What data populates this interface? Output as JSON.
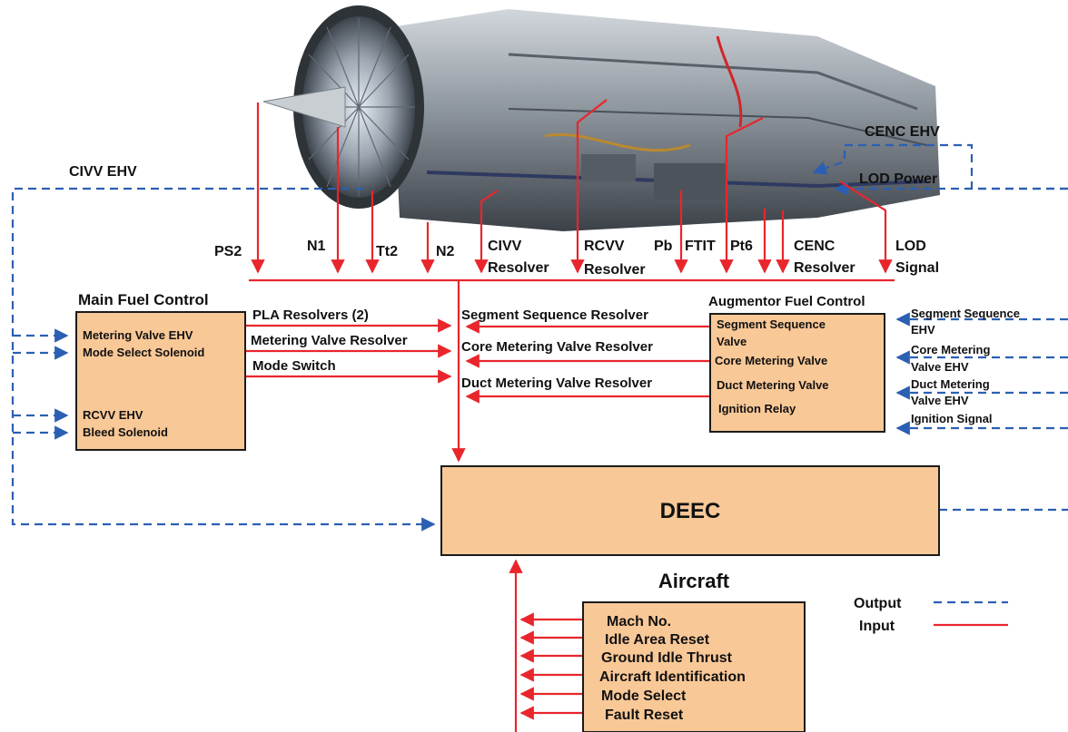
{
  "colors": {
    "input": "#e8262c",
    "output": "#2b5fb3",
    "box_fill": "#f9c897"
  },
  "engine_image": {
    "icon": "turbofan-engine-illustration"
  },
  "top_labels": {
    "civv_ehv": "CIVV EHV",
    "cenc_ehv": "CENC EHV",
    "lod_power": "LOD Power"
  },
  "sensors": {
    "ps2": "PS2",
    "n1": "N1",
    "tt2": "Tt2",
    "n2": "N2",
    "civv_resolver_1": "CIVV",
    "civv_resolver_2": "Resolver",
    "rcvv_resolver_1": "RCVV",
    "rcvv_resolver_2": "Resolver",
    "pb": "Pb",
    "ftit": "FTIT",
    "pt6": "Pt6",
    "cenc_resolver_1": "CENC",
    "cenc_resolver_2": "Resolver",
    "lod_signal_1": "LOD",
    "lod_signal_2": "Signal"
  },
  "main_fuel_control": {
    "title": "Main Fuel Control",
    "items": [
      "Metering Valve EHV",
      "Mode Select Solenoid",
      "RCVV EHV",
      "Bleed Solenoid"
    ],
    "outputs": [
      "PLA Resolvers (2)",
      "Metering Valve Resolver",
      "Mode Switch"
    ]
  },
  "augmentor_fuel_control": {
    "title": "Augmentor Fuel Control",
    "items": [
      "Segment Sequence",
      "Valve",
      "Core Metering Valve",
      "Duct Metering Valve",
      "Ignition Relay"
    ],
    "outputs": [
      "Segment Sequence Resolver",
      "Core Metering Valve Resolver",
      "Duct Metering Valve Resolver"
    ],
    "commands": [
      "Segment Sequence",
      "EHV",
      "Core Metering",
      "Valve EHV",
      "Duct Metering",
      "Valve EHV",
      "Ignition Signal"
    ]
  },
  "deec": {
    "title": "DEEC"
  },
  "aircraft": {
    "title": "Aircraft",
    "items": [
      "Mach No.",
      "Idle Area Reset",
      "Ground Idle Thrust",
      "Aircraft Identification",
      "Mode Select",
      "Fault Reset"
    ]
  },
  "legend": {
    "output": "Output",
    "input": "Input"
  }
}
